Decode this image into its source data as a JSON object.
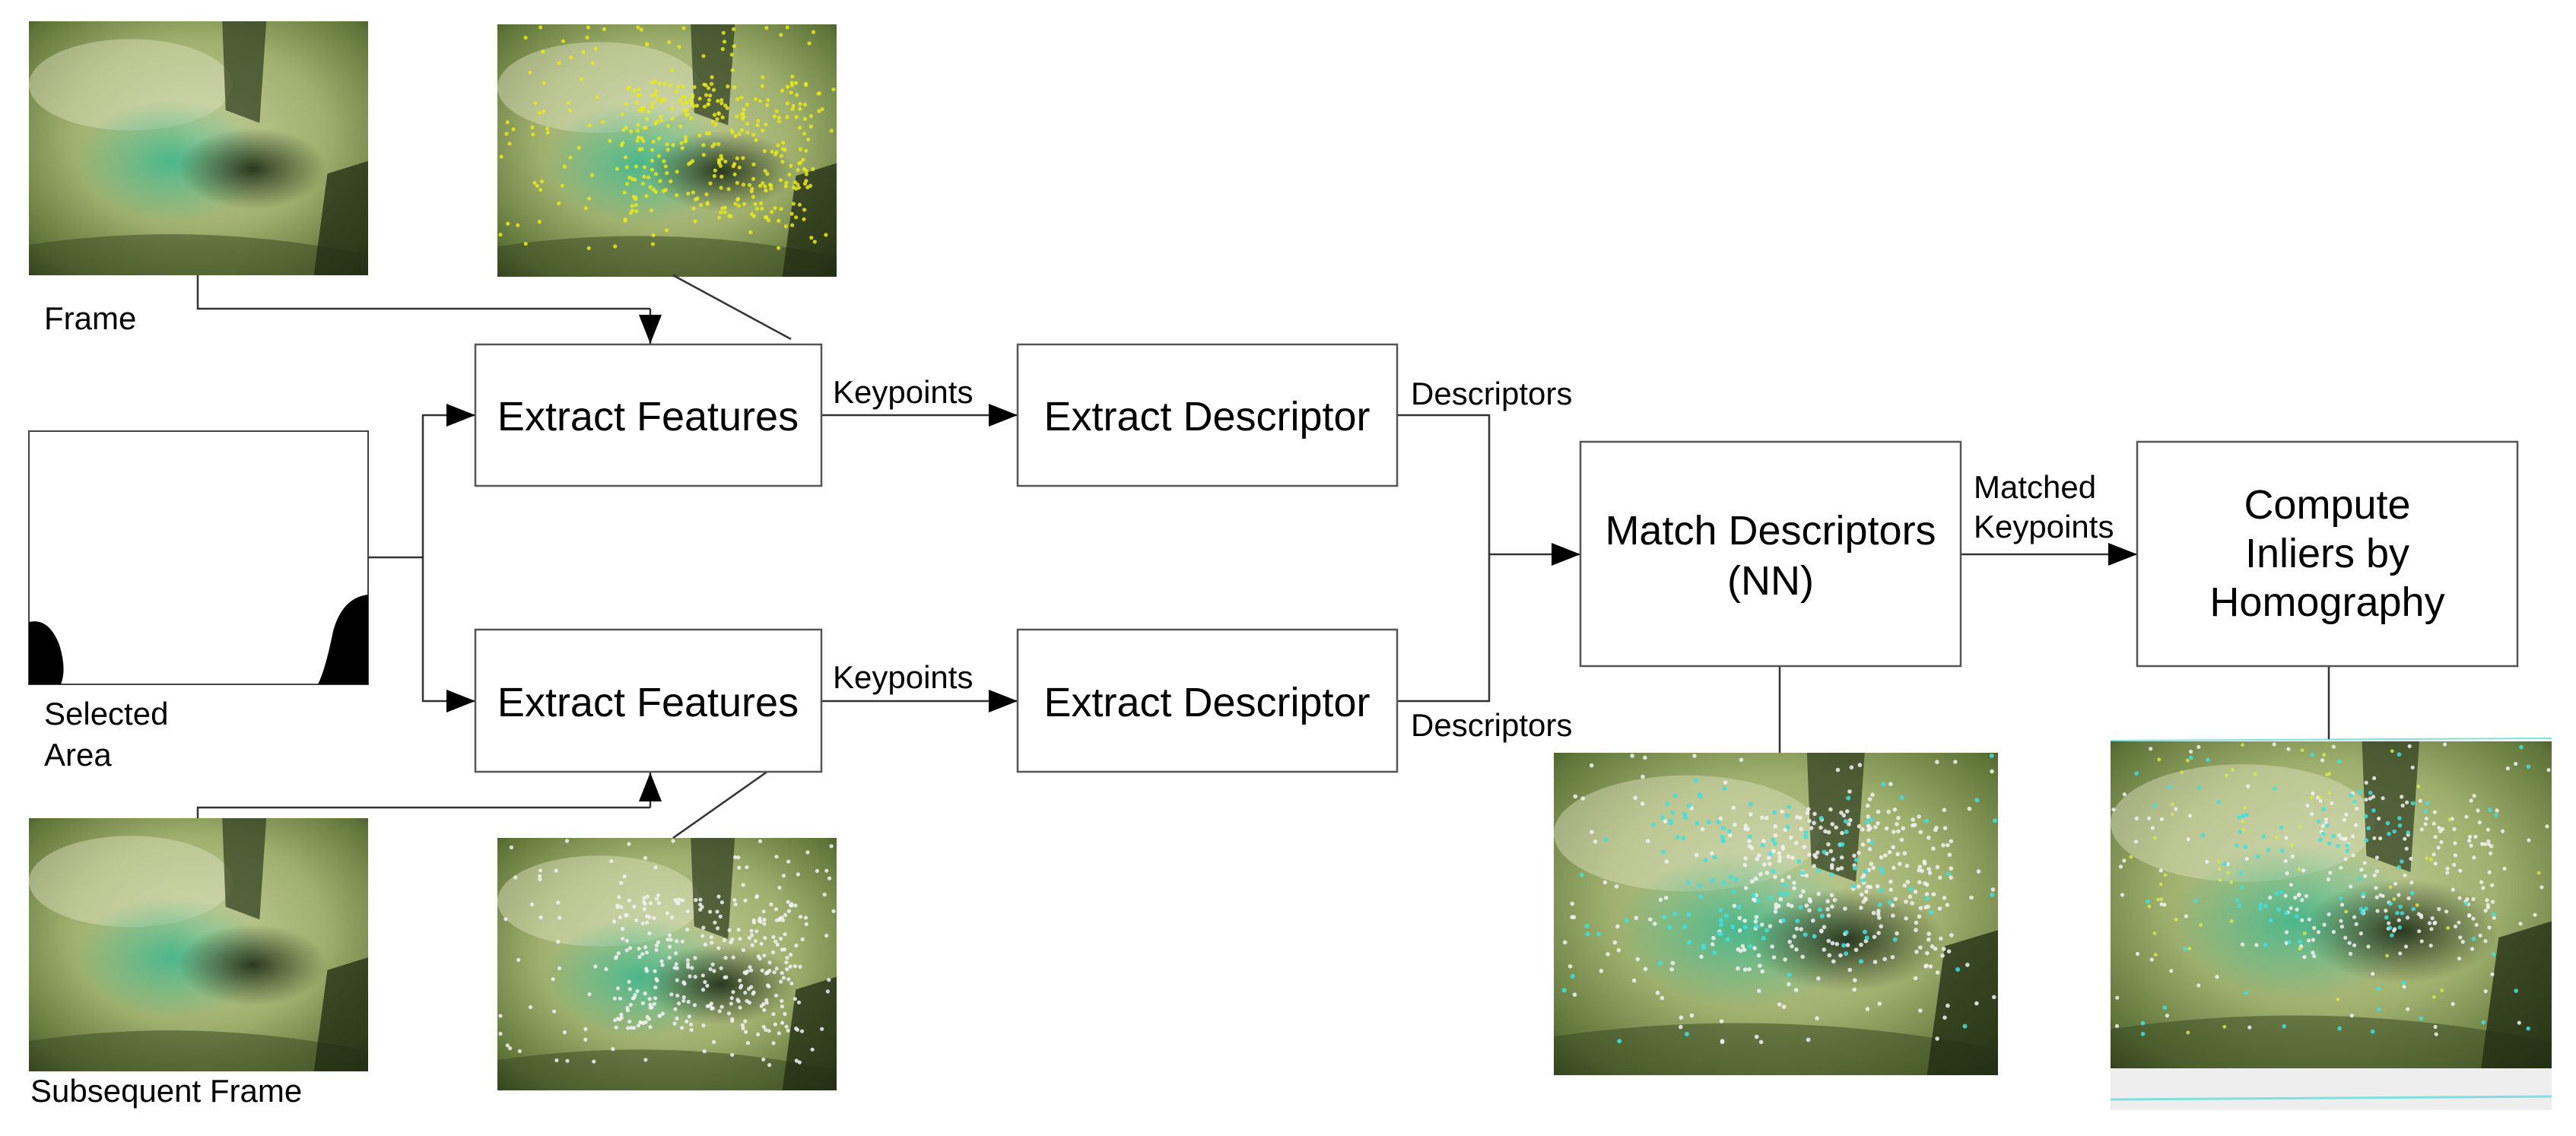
{
  "boxes": {
    "extract_features_top": "Extract Features",
    "extract_features_bottom": "Extract Features",
    "extract_descriptor_top": "Extract Descriptor",
    "extract_descriptor_bottom": "Extract Descriptor",
    "match_descriptors": [
      "Match Descriptors",
      "(NN)"
    ],
    "compute_inliers": [
      "Compute",
      "Inliers by",
      "Homography"
    ]
  },
  "edges": {
    "keypoints_top": "Keypoints",
    "keypoints_bottom": "Keypoints",
    "descriptors_top": "Descriptors",
    "descriptors_bottom": "Descriptors",
    "matched_keypoints": [
      "Matched",
      "Keypoints"
    ]
  },
  "captions": {
    "frame": "Frame",
    "selected_area": [
      "Selected",
      "Area"
    ],
    "subsequent_frame": "Subsequent Frame"
  },
  "colors": {
    "keypoints_frame": "#e8e81a",
    "keypoints_subsequent": "#f2f2f2",
    "matched": "#3fe0e0",
    "inlier": "#d8e84a",
    "image_base": "#a9b779"
  }
}
